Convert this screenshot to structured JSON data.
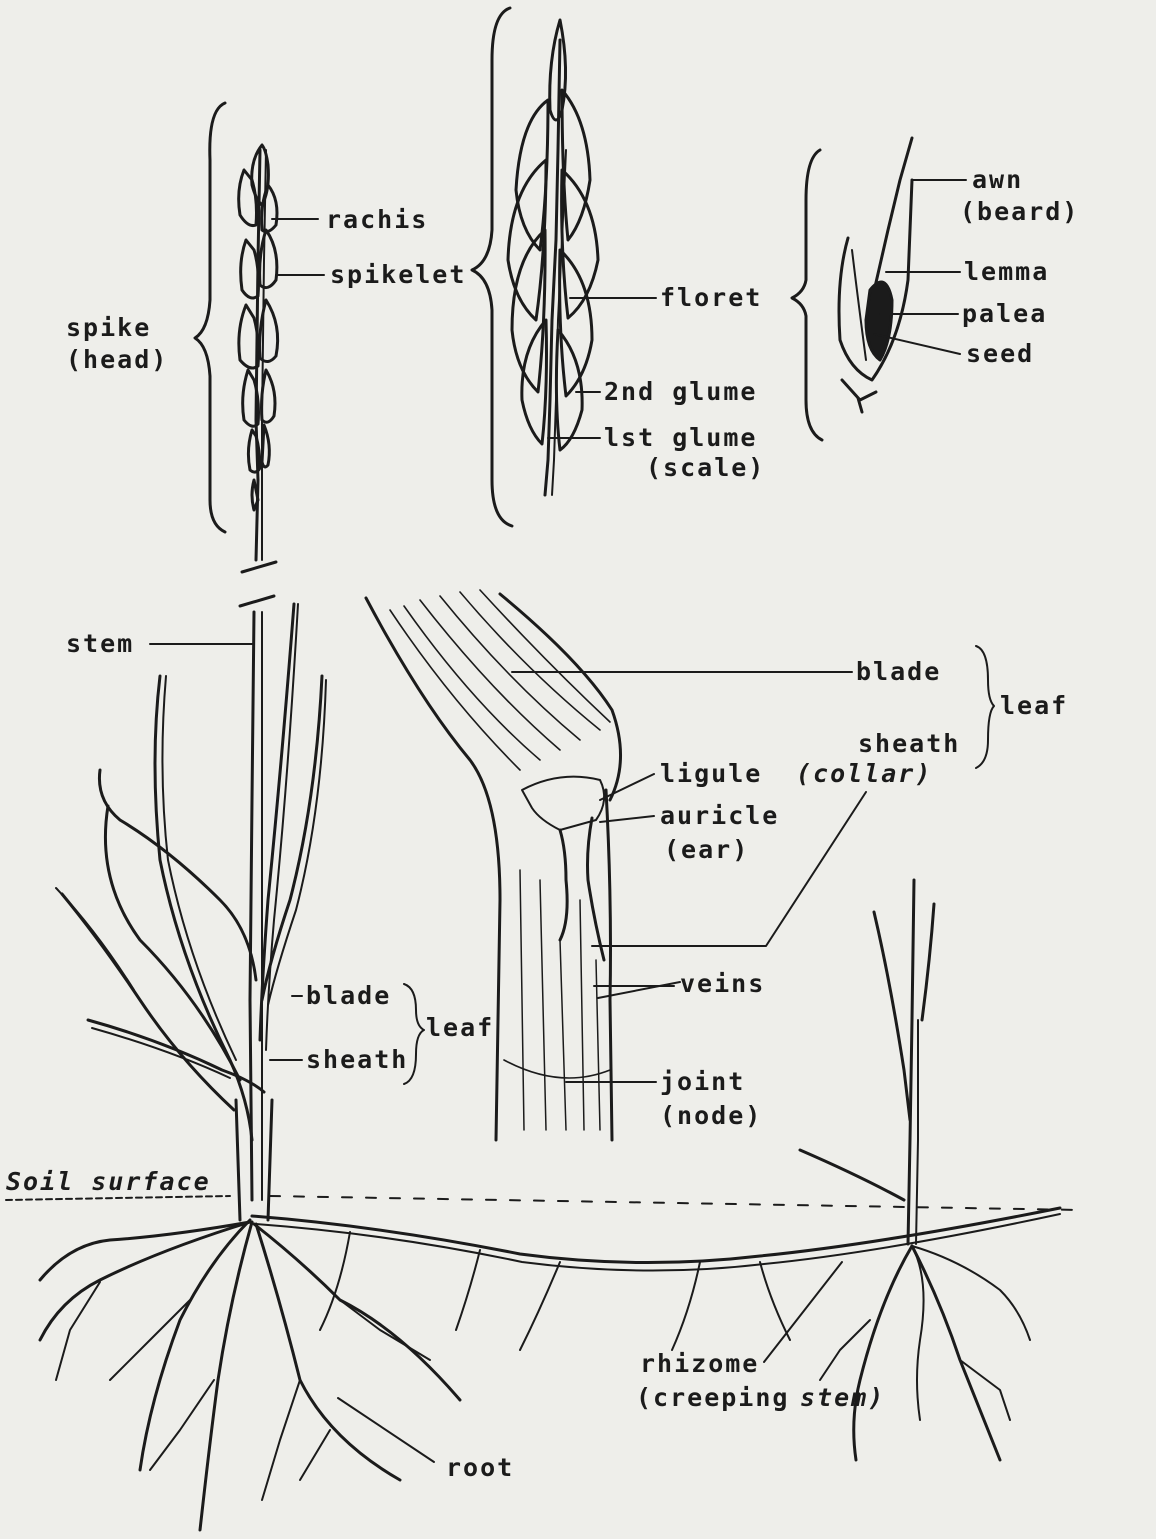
{
  "labels": {
    "rachis": "rachis",
    "spikelet": "spikelet",
    "spike": "spike",
    "spike_alt": "(head)",
    "floret": "floret",
    "second_glume": "2nd glume",
    "first_glume": "lst glume",
    "first_glume_alt": "(scale)",
    "awn": "awn",
    "awn_alt": "(beard)",
    "lemma": "lemma",
    "palea": "palea",
    "seed": "seed",
    "stem": "stem",
    "blade_detail": "blade",
    "leaf_detail": "leaf",
    "sheath_detail": "sheath",
    "ligule": "ligule",
    "ligule_alt": "(collar)",
    "auricle": "auricle",
    "auricle_alt": "(ear)",
    "veins": "veins",
    "blade_plant": "blade",
    "leaf_plant": "leaf",
    "sheath_plant": "sheath",
    "joint": "joint",
    "joint_alt": "(node)",
    "soil_surface": "Soil surface",
    "rhizome": "rhizome",
    "rhizome_alt_a": "(creeping",
    "rhizome_alt_b": "stem)",
    "root": "root"
  },
  "colors": {
    "ink": "#1b1b1b",
    "paper": "#eeeeea"
  }
}
